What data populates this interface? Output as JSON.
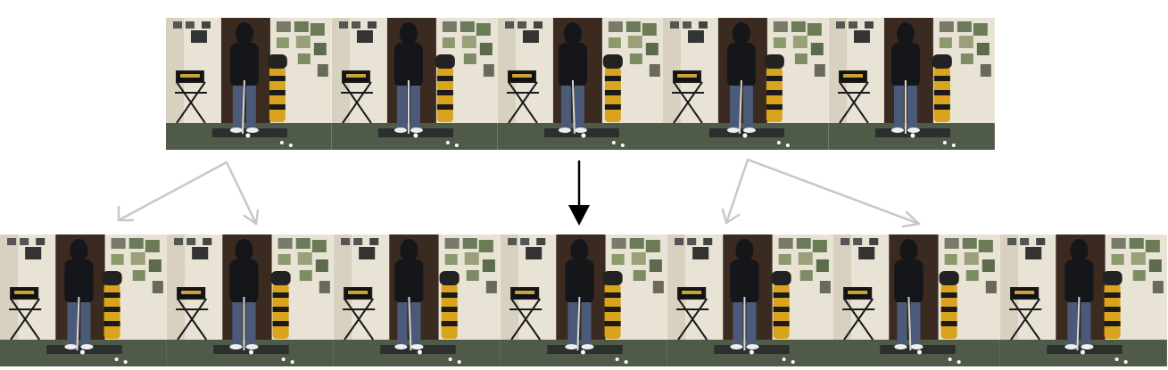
{
  "diagram": {
    "top_frame_count": 5,
    "bottom_frame_count": 7,
    "colors": {
      "wall": "#e9e3d6",
      "wall_shadow": "#cfc5b1",
      "door": "#3a2a20",
      "floor": "#4f5a48",
      "mat": "#2b2f2d",
      "golfer": "#15161a",
      "jeans": "#4a5a78",
      "bag_yellow": "#d9a31c",
      "bag_black": "#1b1b1b",
      "arrow_selected": "#000000",
      "arrow_other": "#c8c8c8"
    },
    "icons": [
      "golfer-frame",
      "arrow"
    ]
  }
}
